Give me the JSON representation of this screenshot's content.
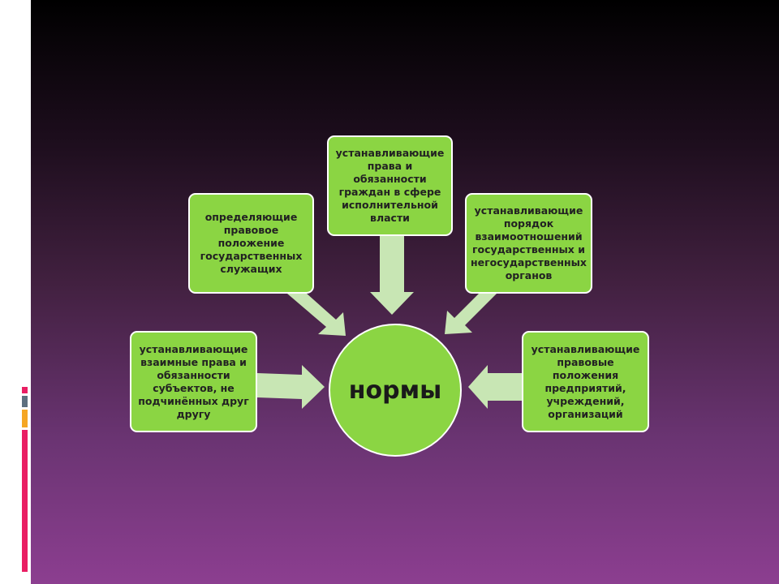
{
  "diagram": {
    "center": "нормы",
    "boxes": [
      {
        "id": "top",
        "text": "устанавливающие права и обязанности граждан в сфере исполнительной власти"
      },
      {
        "id": "upper-left",
        "text": "определяющие правовое положение государственных служащих"
      },
      {
        "id": "upper-right",
        "text": "устанавливающие порядок взаимоотношений государственных и негосударственных органов"
      },
      {
        "id": "left",
        "text": "устанавливающие взаимные права и обязанности субъектов, не подчинённых друг другу"
      },
      {
        "id": "right",
        "text": "устанавливающие правовые положения предприятий, учреждений, организаций"
      }
    ]
  },
  "colors": {
    "node_fill": "#8bd543",
    "arrow_fill": "#c8e6b4",
    "accent_pink": "#e91e63",
    "accent_gray": "#5d6f7e",
    "accent_orange": "#f5a623"
  }
}
